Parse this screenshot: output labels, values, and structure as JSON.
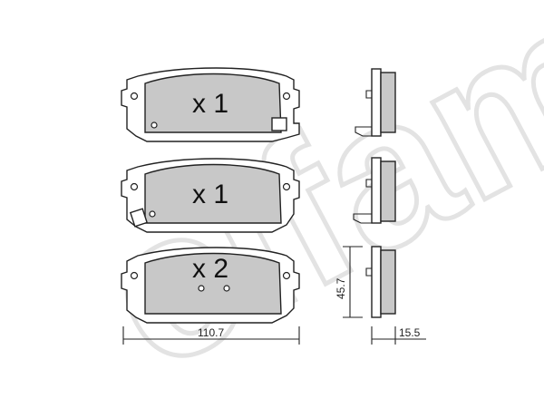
{
  "pads": [
    {
      "quantity_label": "x 1"
    },
    {
      "quantity_label": "x 1"
    },
    {
      "quantity_label": "x 2"
    }
  ],
  "dimensions": {
    "width": "110.7",
    "height": "45.7",
    "thickness": "15.5"
  },
  "watermark": "cifam",
  "colors": {
    "lining": "#c8c8c8",
    "outline": "#222222",
    "watermark": "#e3e3e3"
  }
}
